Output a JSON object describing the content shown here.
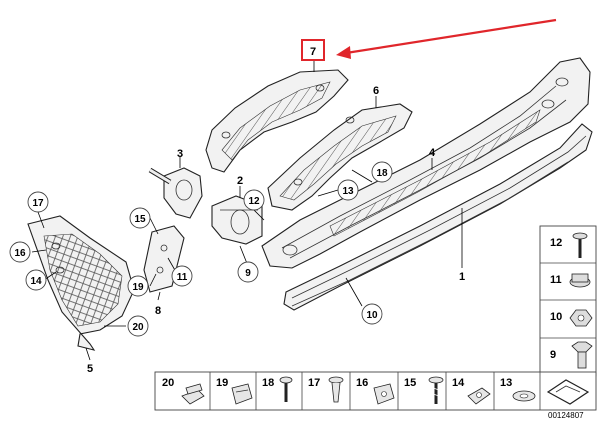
{
  "diagram": {
    "highlight_label": "7",
    "highlight_color": "#e0262b",
    "labels": {
      "p1": "1",
      "p2": "2",
      "p3": "3",
      "p4": "4",
      "p5": "5",
      "p6": "6",
      "p8": "8",
      "p9": "9",
      "p10": "10",
      "p11": "11",
      "p12": "12",
      "p13": "13",
      "p14": "14",
      "p15": "15",
      "p16": "16",
      "p17": "17",
      "p18": "18",
      "p19": "19",
      "p20": "20"
    },
    "side_legend": [
      "12",
      "11",
      "10",
      "9"
    ],
    "bottom_legend": [
      "20",
      "19",
      "18",
      "17",
      "16",
      "15",
      "14",
      "13"
    ],
    "doc_number": "00124807"
  }
}
